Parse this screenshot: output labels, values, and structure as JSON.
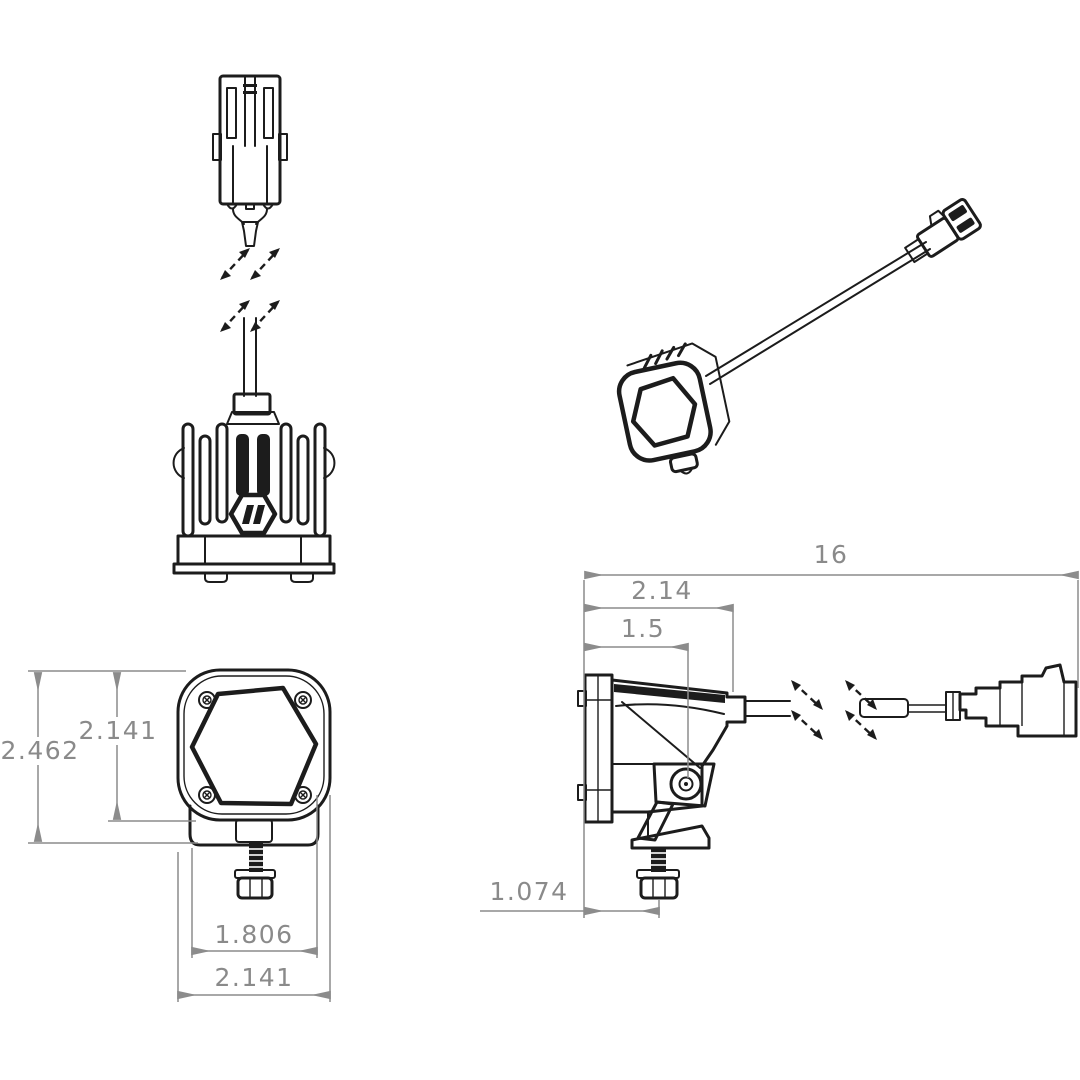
{
  "drawing": {
    "type": "technical-dimension-drawing",
    "subject": "LED light pod with wiring harness (4 orthographic/isometric views)",
    "style": {
      "background": "#ffffff",
      "line_color": "#1c1c1c",
      "dimension_color": "#8c8c8c"
    },
    "icons": {
      "brand_logo": "hexagon-logo"
    },
    "views": {
      "rear_exploded": "rear view with pigtail connector and break lines",
      "isometric": "isometric pod with wire harness and connector",
      "front": "front view with mounting bracket and bolt",
      "side": "side view with harness length callout"
    },
    "dimensions": {
      "front_view": {
        "overall_height": "2.462",
        "housing_height": "2.141",
        "lens_width": "1.806",
        "overall_width": "2.141"
      },
      "side_view": {
        "harness_overall_length": "16",
        "body_depth": "2.14",
        "depth_to_mount": "1.5",
        "mount_bolt_offset": "1.074"
      }
    }
  }
}
